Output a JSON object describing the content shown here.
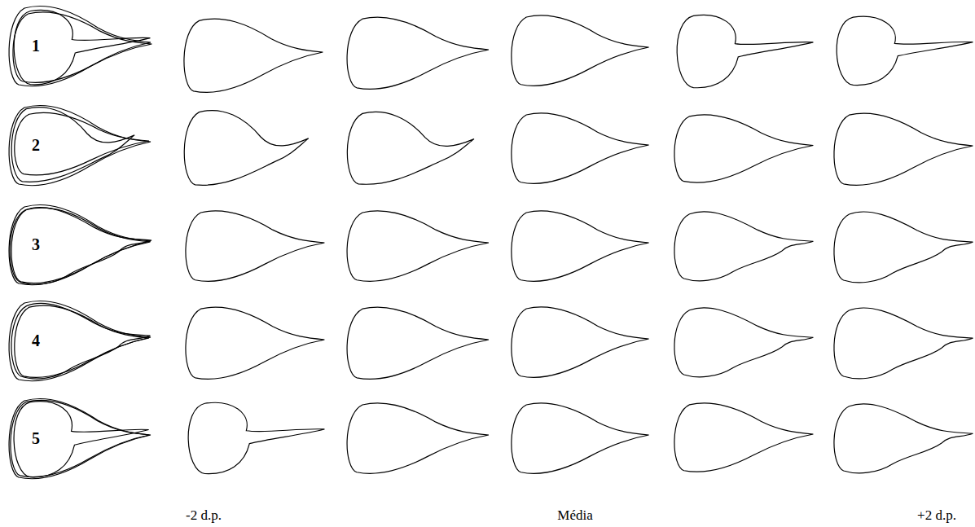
{
  "diagram": {
    "labels": [
      "1",
      "2",
      "3",
      "4",
      "5",
      "-2 d.p.",
      "Média",
      "+2 d.p."
    ]
  }
}
